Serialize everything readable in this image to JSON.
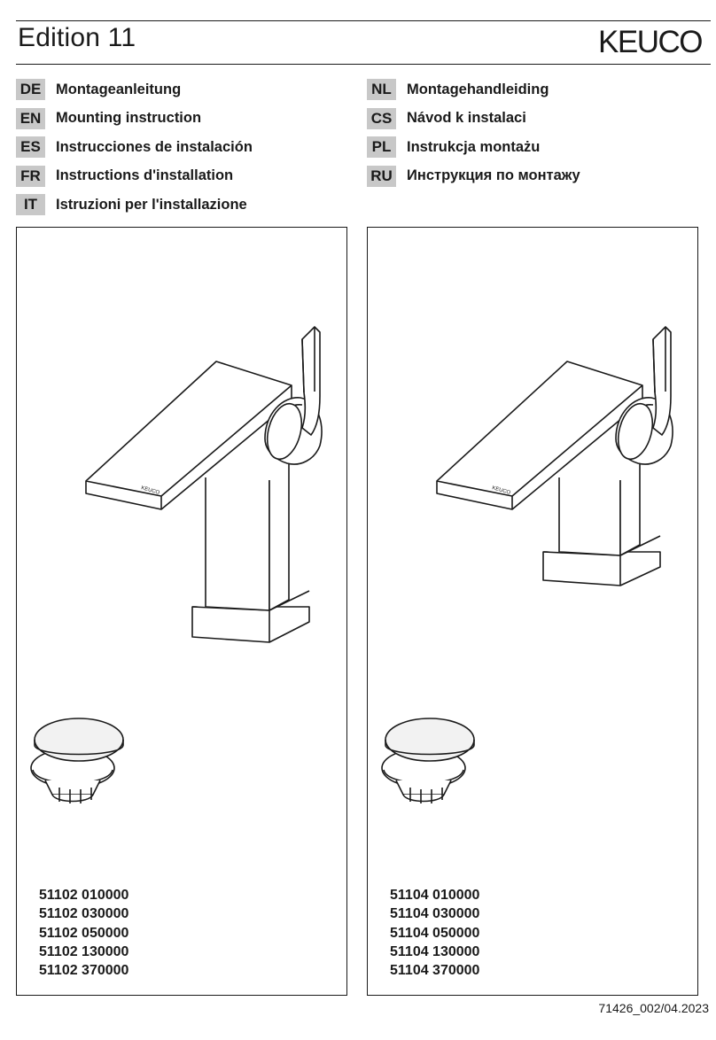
{
  "header": {
    "title": "Edition 11",
    "logo_text": "KEUCO"
  },
  "languages_left": [
    {
      "code": "DE",
      "label": "Montageanleitung"
    },
    {
      "code": "EN",
      "label": "Mounting instruction"
    },
    {
      "code": "ES",
      "label": "Instrucciones de instalación"
    },
    {
      "code": "FR",
      "label": "Instructions d'installation"
    },
    {
      "code": "IT",
      "label": "Istruzioni per l'installazione"
    }
  ],
  "languages_right": [
    {
      "code": "NL",
      "label": "Montagehandleiding"
    },
    {
      "code": "CS",
      "label": "Návod k instalaci"
    },
    {
      "code": "PL",
      "label": "Instrukcja montażu"
    },
    {
      "code": "RU",
      "label": "Инструкция по монтажу"
    }
  ],
  "panel_left": {
    "faucet_label": "KEUCO",
    "models": [
      "51102 010000",
      "51102 030000",
      "51102 050000",
      "51102 130000",
      "51102 370000"
    ]
  },
  "panel_right": {
    "faucet_label": "KEUCO",
    "models": [
      "51104 010000",
      "51104 030000",
      "51104 050000",
      "51104 130000",
      "51104 370000"
    ]
  },
  "footer": {
    "document_number": "71426_002/04.2023"
  }
}
